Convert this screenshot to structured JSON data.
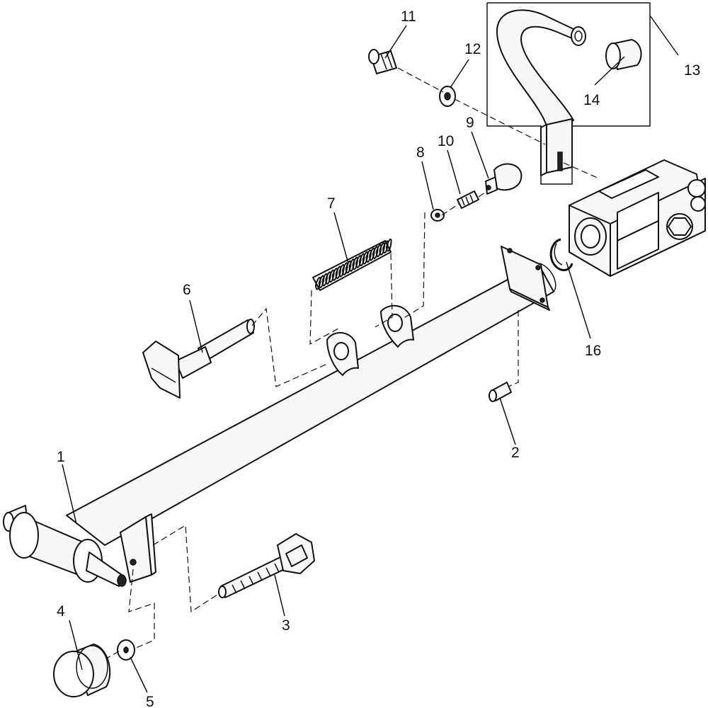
{
  "diagram": {
    "callouts": [
      "1",
      "2",
      "3",
      "4",
      "5",
      "6",
      "7",
      "8",
      "9",
      "10",
      "11",
      "12",
      "13",
      "14",
      "16"
    ]
  }
}
